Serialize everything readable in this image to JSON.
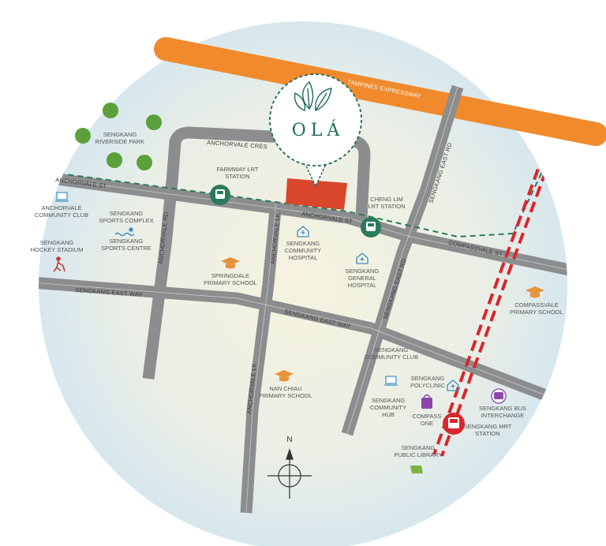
{
  "colors": {
    "circle_bg": "#e3edf1",
    "road": "#8c8d8f",
    "expressway": "#f08a2c",
    "lrt_dashed": "#2a7a5e",
    "mrt_dashed": "#d8262b",
    "site": "#d9462b",
    "logo": "#1e6a5a",
    "school_icon": "#e8923a",
    "hospital_icon": "#3c8fc0",
    "trees": "#5ba03a"
  },
  "logo": {
    "text": "OLÁ",
    "icon": "leaves-icon"
  },
  "roads": {
    "tampines_expressway": "TAMPINES EXPRESSWAY",
    "anchorvale_cres": "ANCHORVALE CRES",
    "anchorvale_st_west": "ANCHORVALE ST",
    "anchorvale_st_east": "ANCHORVALE ST",
    "anchorvale_rd": "ANCHORVALE RD",
    "anchorvale_lk_north": "ANCHORVALE LK",
    "anchorvale_lk_south": "ANCHORVALE LK",
    "sengkang_east_way_west": "SENGKANG EAST WAY",
    "sengkang_east_way_east": "SENGKANG EAST WAY",
    "sengkang_east_rd_north": "SENGKANG EAST RD",
    "sengkang_east_rd_south": "SENGKANG EAST RD",
    "compassvale_st": "COMPASSVALE ST"
  },
  "places": {
    "riverside_park": [
      "SENGKANG",
      "RIVERSIDE PARK"
    ],
    "farmway_lrt": [
      "FARMWAY LRT",
      "STATION"
    ],
    "cheng_lim_lrt": [
      "CHENG LIM",
      "LRT STATION"
    ],
    "anchorvale_cc": [
      "ANCHORVALE",
      "COMMUNITY CLUB"
    ],
    "sports_complex": [
      "SENGKANG",
      "SPORTS COMPLEX"
    ],
    "sports_centre": [
      "SENGKANG",
      "SPORTS CENTRE"
    ],
    "hockey_stadium": [
      "SENGKANG",
      "HOCKEY STADIUM"
    ],
    "community_hospital": [
      "SENGKANG",
      "COMMUNITY",
      "HOSPITAL"
    ],
    "general_hospital": [
      "SENGKANG",
      "GENERAL",
      "HOSPITAL"
    ],
    "springdale_ps": [
      "SPRINGDALE",
      "PRIMARY SCHOOL"
    ],
    "compassvale_ps": [
      "COMPASSVALE",
      "PRIMARY SCHOOL"
    ],
    "nan_chiau_ps": [
      "NAN CHIAU",
      "PRIMARY SCHOOL"
    ],
    "sengkang_cc": [
      "SENGKANG",
      "COMMUNITY CLUB"
    ],
    "sengkang_polyclinic": [
      "SENGKANG",
      "POLYCLINIC"
    ],
    "community_hub": [
      "SENGKANG",
      "COMMUNITY",
      "HUB"
    ],
    "compass_one": [
      "COMPASS",
      "ONE"
    ],
    "bus_interchange": [
      "SENGKANG BUS",
      "INTERCHANGE"
    ],
    "mrt_station": [
      "SENGKANG MRT",
      "STATION"
    ],
    "public_library": [
      "SENGKANG",
      "PUBLIC LIBRARY"
    ]
  },
  "compass": {
    "north_label": "N"
  }
}
